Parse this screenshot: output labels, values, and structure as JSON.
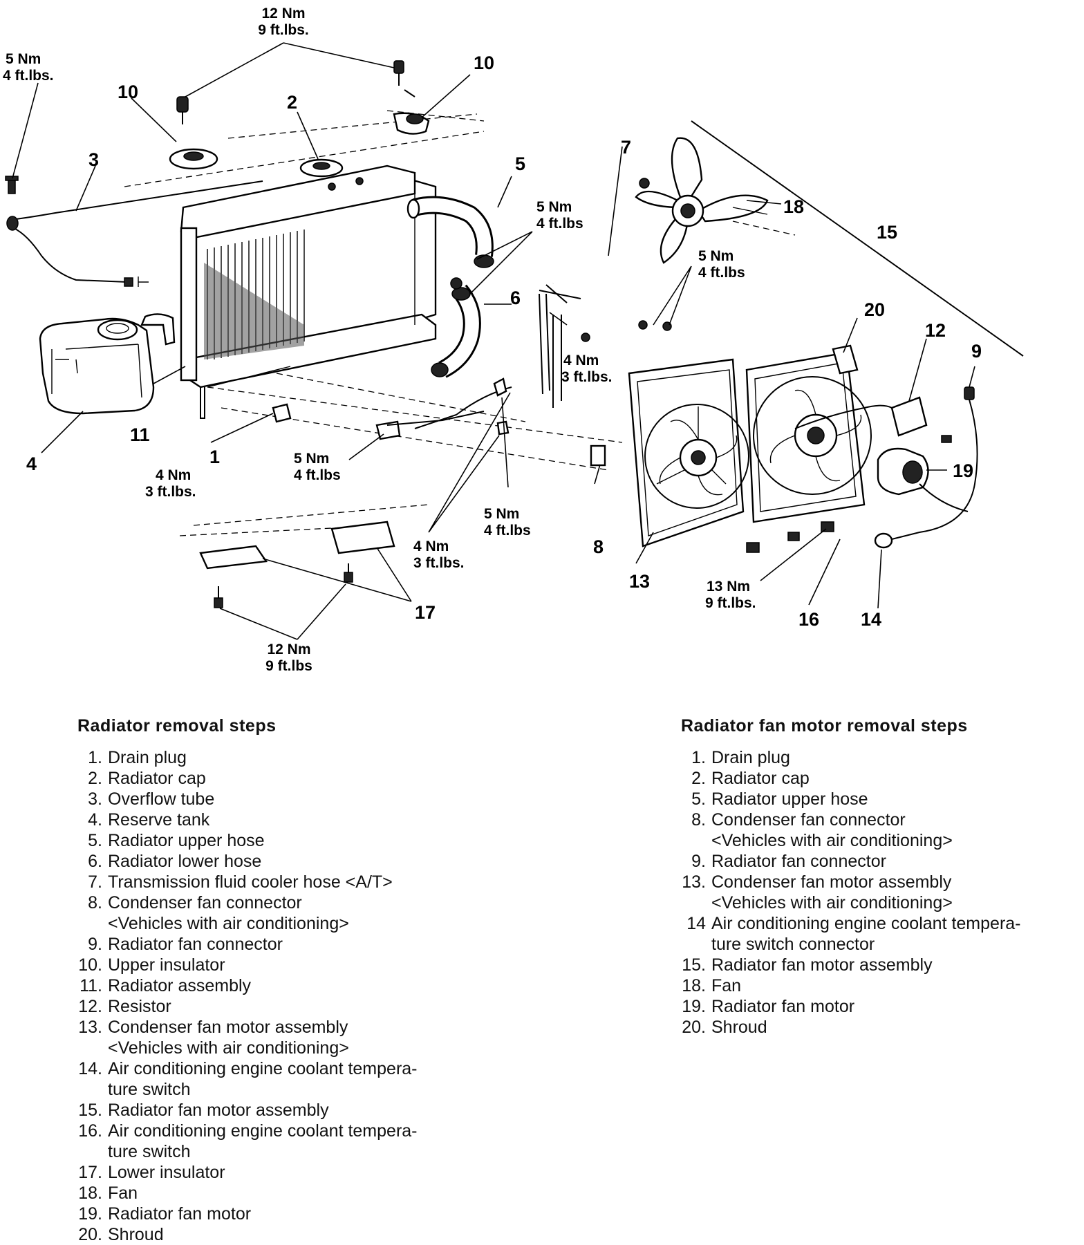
{
  "torque_labels": [
    {
      "id": "top-bolt",
      "lines": [
        "12 Nm",
        "9 ft.lbs."
      ]
    },
    {
      "id": "left-bolt",
      "lines": [
        "5 Nm",
        "4 ft.lbs."
      ]
    },
    {
      "id": "upper-hose-clamp",
      "lines": [
        "5 Nm",
        "4 ft.lbs"
      ]
    },
    {
      "id": "fan-bolts",
      "lines": [
        "5 Nm",
        "4 ft.lbs"
      ]
    },
    {
      "id": "hose-bracket",
      "lines": [
        "4 Nm",
        "3 ft.lbs."
      ]
    },
    {
      "id": "drain-plug",
      "lines": [
        "4 Nm",
        "3 ft.lbs."
      ]
    },
    {
      "id": "lower-clamp",
      "lines": [
        "5 Nm",
        "4 ft.lbs"
      ]
    },
    {
      "id": "bracket-bolt",
      "lines": [
        "5 Nm",
        "4 ft.lbs"
      ]
    },
    {
      "id": "lower-hose-clamp",
      "lines": [
        "4 Nm",
        "3 ft.lbs."
      ]
    },
    {
      "id": "shroud-bolts",
      "lines": [
        "13 Nm",
        "9 ft.lbs."
      ]
    },
    {
      "id": "insulator-bolts",
      "lines": [
        "12 Nm",
        "9 ft.lbs"
      ]
    }
  ],
  "callouts": [
    "10",
    "10",
    "2",
    "3",
    "5",
    "7",
    "18",
    "15",
    "6",
    "20",
    "12",
    "9",
    "11",
    "1",
    "4",
    "19",
    "8",
    "13",
    "16",
    "14",
    "17"
  ],
  "left_list": {
    "title": "Radiator removal steps",
    "items": [
      {
        "num": "1.",
        "lines": [
          "Drain plug"
        ]
      },
      {
        "num": "2.",
        "lines": [
          "Radiator cap"
        ]
      },
      {
        "num": "3.",
        "lines": [
          "Overflow tube"
        ]
      },
      {
        "num": "4.",
        "lines": [
          "Reserve tank"
        ]
      },
      {
        "num": "5.",
        "lines": [
          "Radiator upper hose"
        ]
      },
      {
        "num": "6.",
        "lines": [
          "Radiator lower hose"
        ]
      },
      {
        "num": "7.",
        "lines": [
          "Transmission fluid cooler hose <A/T>"
        ]
      },
      {
        "num": "8.",
        "lines": [
          "Condenser fan connector",
          "<Vehicles with air conditioning>"
        ]
      },
      {
        "num": "9.",
        "lines": [
          "Radiator fan connector"
        ]
      },
      {
        "num": "10.",
        "lines": [
          "Upper insulator"
        ]
      },
      {
        "num": "11.",
        "lines": [
          "Radiator assembly"
        ]
      },
      {
        "num": "12.",
        "lines": [
          "Resistor"
        ]
      },
      {
        "num": "13.",
        "lines": [
          "Condenser fan motor assembly",
          "<Vehicles with air conditioning>"
        ]
      },
      {
        "num": "14.",
        "lines": [
          "Air conditioning engine coolant tempera-",
          "ture switch"
        ]
      },
      {
        "num": "15.",
        "lines": [
          "Radiator fan motor assembly"
        ]
      },
      {
        "num": "16.",
        "lines": [
          "Air conditioning engine coolant tempera-",
          "ture switch"
        ]
      },
      {
        "num": "17.",
        "lines": [
          "Lower insulator"
        ]
      },
      {
        "num": "18.",
        "lines": [
          "Fan"
        ]
      },
      {
        "num": "19.",
        "lines": [
          "Radiator fan motor"
        ]
      },
      {
        "num": "20.",
        "lines": [
          "Shroud"
        ]
      }
    ]
  },
  "right_list": {
    "title": "Radiator fan motor removal steps",
    "items": [
      {
        "num": "1.",
        "lines": [
          "Drain plug"
        ]
      },
      {
        "num": "2.",
        "lines": [
          "Radiator cap"
        ]
      },
      {
        "num": "5.",
        "lines": [
          "Radiator upper hose"
        ]
      },
      {
        "num": "8.",
        "lines": [
          "Condenser fan connector",
          "<Vehicles with air conditioning>"
        ]
      },
      {
        "num": "9.",
        "lines": [
          "Radiator fan connector"
        ]
      },
      {
        "num": "13.",
        "lines": [
          "Condenser fan motor assembly",
          "<Vehicles with air conditioning>"
        ]
      },
      {
        "num": "14",
        "lines": [
          "Air conditioning engine coolant tempera-",
          "ture switch connector"
        ]
      },
      {
        "num": "15.",
        "lines": [
          "Radiator fan motor assembly"
        ]
      },
      {
        "num": "18.",
        "lines": [
          "Fan"
        ]
      },
      {
        "num": "19.",
        "lines": [
          "Radiator fan motor"
        ]
      },
      {
        "num": "20.",
        "lines": [
          "Shroud"
        ]
      }
    ]
  }
}
